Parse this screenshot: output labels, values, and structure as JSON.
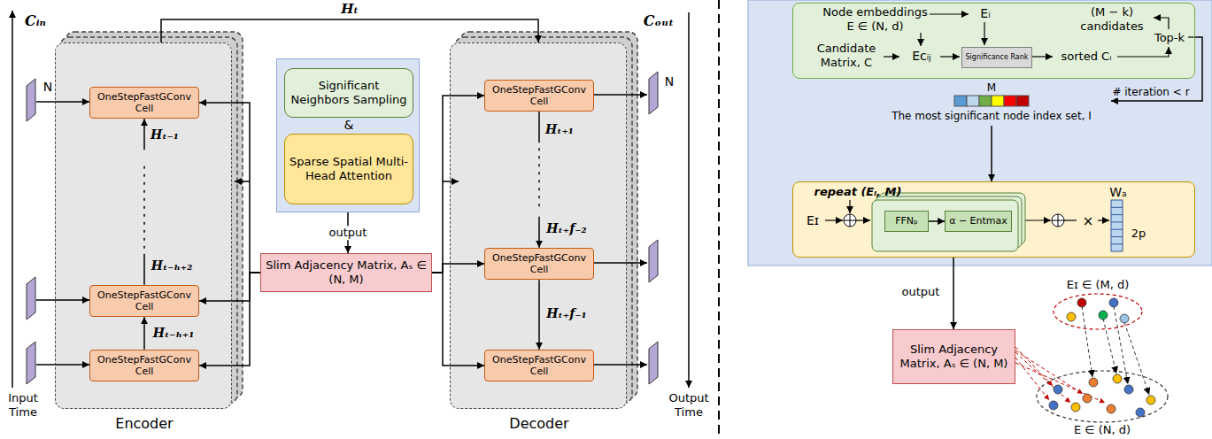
{
  "diagram": {
    "nodes": [
      {
        "text": [
          "Encoder"
        ]
      },
      {
        "text": [
          "OneStepFastGConv Cell"
        ],
        "in": 0
      },
      {
        "text": [
          "OneStepFastGConv Cell"
        ],
        "in": 0
      },
      {
        "text": [
          "OneStepFastGConv Cell"
        ],
        "in": 0
      },
      {
        "text": [
          "Decoder"
        ]
      },
      {
        "text": [
          "OneStepFastGConv Cell"
        ],
        "in": 4
      },
      {
        "text": [
          "OneStepFastGConv Cell"
        ],
        "in": 4
      },
      {
        "text": [
          "OneStepFastGConv Cell"
        ],
        "in": 4
      },
      {
        "text": [
          "&"
        ]
      },
      {
        "text": [
          "Significant Neighbors Sampling"
        ],
        "in": 8
      },
      {
        "text": [
          "Sparse Spatial Multi-Head Attention"
        ],
        "in": 8
      },
      {
        "text": [
          "Slim Adjacency Matrix, Aₛ ∈ (N, M)"
        ]
      },
      {
        "text": [
          "Node embeddings E ∈ (N, d)",
          "Eᵢ",
          "(M − k) candidates",
          "Candidate Matrix, C",
          "Eᴄᵢⱼ",
          "sorted Cᵢ",
          "Top-k"
        ]
      },
      {
        "text": [
          "Significance Rank"
        ],
        "in": 12
      },
      {
        "text": [
          "M",
          "The most significant node index set, I"
        ]
      },
      {
        "text": [
          "repeat (Eᵢ, M)",
          "Eɪ",
          "×",
          "Wₐ",
          "2p"
        ]
      },
      {
        "text": [
          "FFNₚ"
        ],
        "in": 15
      },
      {
        "text": [
          "α − Entmax"
        ],
        "in": 15
      },
      {
        "text": [
          "Slim Adjacency Matrix, Aₛ ∈ (N, M)"
        ]
      }
    ],
    "edges": [
      {
        "from": 0,
        "to": 4,
        "arrow": "to",
        "label": "Hₜ"
      },
      {
        "from": 3,
        "to": 2,
        "arrow": "to",
        "label": "Hₜ₋ₕ₊₁"
      },
      {
        "from": 2,
        "to": 1,
        "arrow": "to"
      },
      {
        "from": 5,
        "to": 6,
        "arrow": "to"
      },
      {
        "from": 6,
        "to": 7,
        "arrow": "to",
        "label": "Hₜ₊f₋₁"
      },
      {
        "from": 8,
        "to": 11,
        "arrow": "to",
        "label": "output"
      },
      {
        "from": 11,
        "to": 1,
        "arrow": "to"
      },
      {
        "from": 11,
        "to": 2,
        "arrow": "to"
      },
      {
        "from": 11,
        "to": 3,
        "arrow": "to"
      },
      {
        "from": 11,
        "to": 5,
        "arrow": "to"
      },
      {
        "from": 11,
        "to": 6,
        "arrow": "to"
      },
      {
        "from": 11,
        "to": 7,
        "arrow": "to"
      },
      {
        "from": 12,
        "to": 14,
        "arrow": "to",
        "label": "# iteration < r"
      },
      {
        "from": 14,
        "to": 15,
        "arrow": "to"
      },
      {
        "from": 16,
        "to": 17,
        "arrow": "to"
      },
      {
        "from": 15,
        "to": 18,
        "arrow": "to",
        "label": "output"
      }
    ],
    "labels": [
      "Cᵢₙ",
      "N",
      "Input Time",
      "Hₜ₋₁",
      "Hₜ₋ₕ₊₂",
      "Hₜ₊₁",
      "Hₜ₊f₋₂",
      "Cₒᵤₜ",
      "N",
      "Output Time",
      "Eɪ ∈ (M, d)",
      "E ∈ (N, d)"
    ]
  }
}
